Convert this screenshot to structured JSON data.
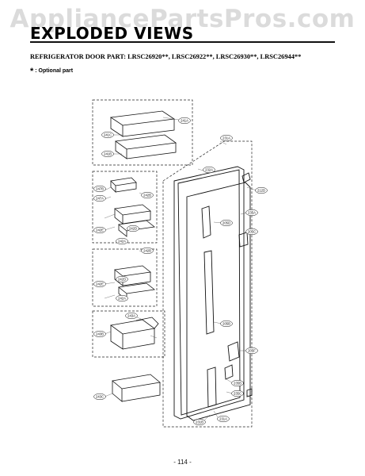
{
  "watermark": "AppliancePartsPros.com",
  "page_title": "EXPLODED VIEWS",
  "subtitle": "REFRIGERATOR DOOR PART: LRSC26920**, LRSC26922**, LRSC26930**, LRSC26944**",
  "optional_note": {
    "symbol": "*",
    "text": ": Optional part"
  },
  "callouts": {
    "c241a": "241A",
    "c241c": "241C",
    "c241b": "241B",
    "c231a": "231A",
    "c232a": "232A",
    "c212d": "212D",
    "c247b": "247B",
    "c247a": "247A",
    "c242b": "242B",
    "c242e": "242E",
    "c242d": "242D",
    "c242a": "242A",
    "c242b2": "242B",
    "c242e2": "242E",
    "c242d2": "242D",
    "c242a2": "242A",
    "c243a": "243A",
    "c243b": "243B",
    "c243c": "243C",
    "c235a": "235A",
    "c205d": "205D",
    "c205c": "205C",
    "c205b": "205B",
    "c205f": "205F",
    "c235b": "235B",
    "c235c": "235C",
    "c231b": "231B",
    "c231a2": "231A"
  },
  "page_number": "- 114 -"
}
